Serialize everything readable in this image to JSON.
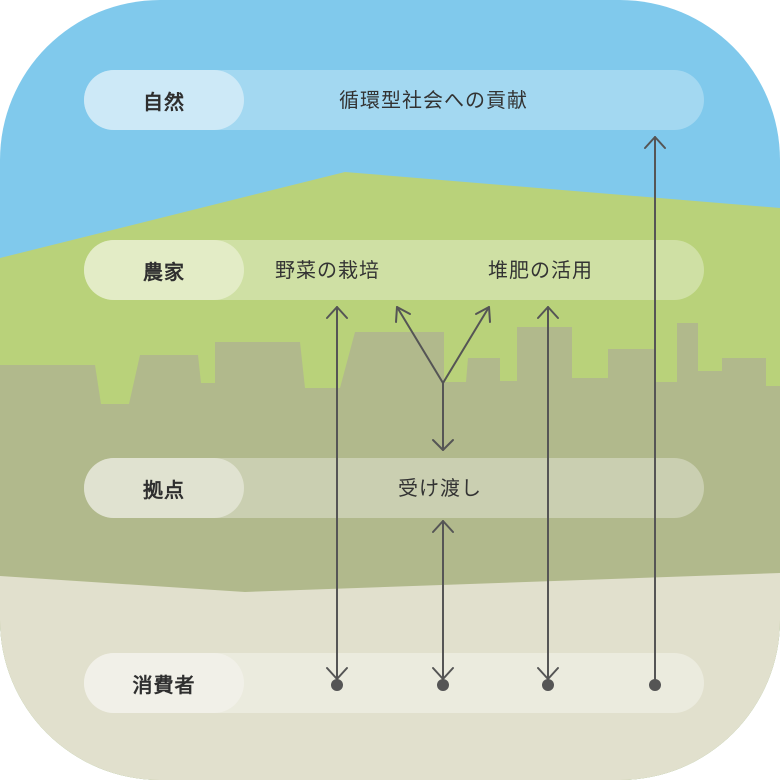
{
  "rows": {
    "nature": {
      "label": "自然",
      "items": [
        "循環型社会への貢献"
      ]
    },
    "farmer": {
      "label": "農家",
      "items": [
        "野菜の栽培",
        "堆肥の活用"
      ]
    },
    "hub": {
      "label": "拠点",
      "items": [
        "受け渡し"
      ]
    },
    "consumer": {
      "label": "消費者",
      "items": []
    }
  },
  "colors": {
    "sky": "#80c9ec",
    "field": "#b9d27a",
    "city": "#b1b98c",
    "ground": "#e1e0cd",
    "arrow": "#555555"
  }
}
